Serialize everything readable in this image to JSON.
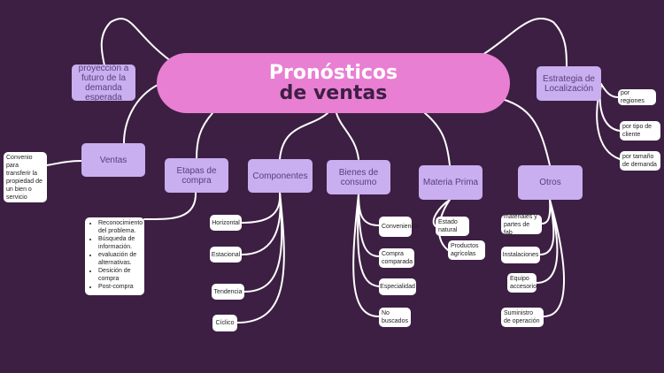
{
  "central": {
    "line1": "Pronósticos",
    "line2": "de ventas"
  },
  "topics": {
    "proyeccion": "proyección a futuro de la demanda esperada",
    "ventas": "Ventas",
    "etapas": "Etapas de compra",
    "componentes": "Componentes",
    "bienes": "Bienes de consumo",
    "materia": "Materia Prima",
    "otros": "Otros",
    "estrategia": "Estrategia de Localización"
  },
  "leaves": {
    "convenio": "Convenio para transferir la propiedad de un bien o servicio",
    "etapas_list": [
      "Reconocimiento del problema.",
      "Búsqueda de información.",
      "evaluación de alternativas.",
      "Desición de compra",
      "Post-compra"
    ],
    "componentes": [
      "Horizontal",
      "Estacional",
      "Tendencia",
      "Cíclico"
    ],
    "bienes": [
      "Conveniencia",
      "Compra comparada",
      "Especialidad",
      "No buscados"
    ],
    "materia": [
      "Estado natural",
      "Productos agrícolas"
    ],
    "otros": [
      "materiales y partes de fab",
      "Instalaciones",
      "Equipo accesorio",
      "Suministro de operación"
    ],
    "estrategia": [
      "por regiones",
      "por tipo de cliente",
      "por tamaño de demanda"
    ]
  },
  "colors": {
    "background": "#3d1f43",
    "central": "#e97fd2",
    "topic": "#c9aef0",
    "leaf": "#ffffff",
    "line": "#ffffff"
  }
}
